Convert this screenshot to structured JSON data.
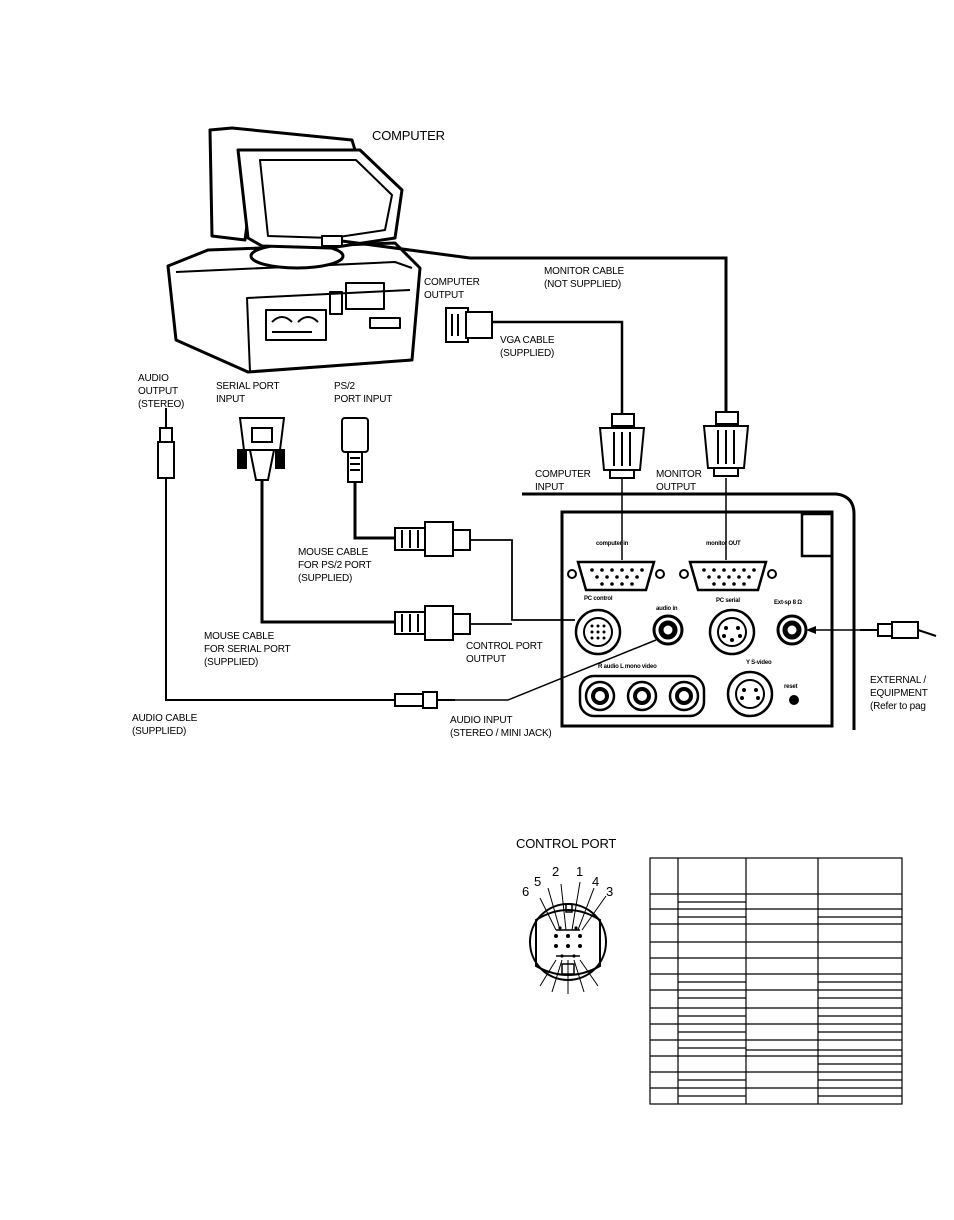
{
  "labels": {
    "computer": "COMPUTER",
    "computer_output": [
      "COMPUTER",
      "OUTPUT"
    ],
    "monitor_cable": [
      "MONITOR CABLE",
      "(NOT SUPPLIED)"
    ],
    "vga_cable": [
      "VGA CABLE",
      "(SUPPLIED)"
    ],
    "audio_output": [
      "AUDIO",
      "OUTPUT",
      "(STEREO)"
    ],
    "serial_port_input": [
      "SERIAL PORT",
      "INPUT"
    ],
    "ps2_port_input": [
      "PS/2",
      "PORT INPUT"
    ],
    "computer_input": [
      "COMPUTER",
      "INPUT"
    ],
    "monitor_output": [
      "MONITOR",
      "OUTPUT"
    ],
    "mouse_cable_ps2": [
      "MOUSE CABLE",
      "FOR PS/2 PORT",
      "(SUPPLIED)"
    ],
    "mouse_cable_serial": [
      "MOUSE CABLE",
      "FOR SERIAL PORT",
      "(SUPPLIED)"
    ],
    "control_port_output": [
      "CONTROL PORT",
      "OUTPUT"
    ],
    "audio_cable": [
      "AUDIO CABLE",
      "(SUPPLIED)"
    ],
    "audio_input": [
      "AUDIO INPUT",
      "(STEREO / MINI JACK)"
    ],
    "external_equipment": [
      "EXTERNAL /",
      "EQUIPMENT",
      "(Refer to pag"
    ],
    "control_port_title": "CONTROL PORT"
  },
  "panel_labels": {
    "computer_in": "computer in",
    "monitor_out": "monitor OUT",
    "pc_control": "PC control",
    "audio_in": "audio in",
    "pc_serial": "PC serial",
    "ext_sp": "Ext-sp 8 Ω",
    "audio_video": "R audio L mono video",
    "s_video": "Y S-video",
    "reset": "reset"
  },
  "pin_numbers": [
    "6",
    "5",
    "2",
    "1",
    "4",
    "3"
  ]
}
